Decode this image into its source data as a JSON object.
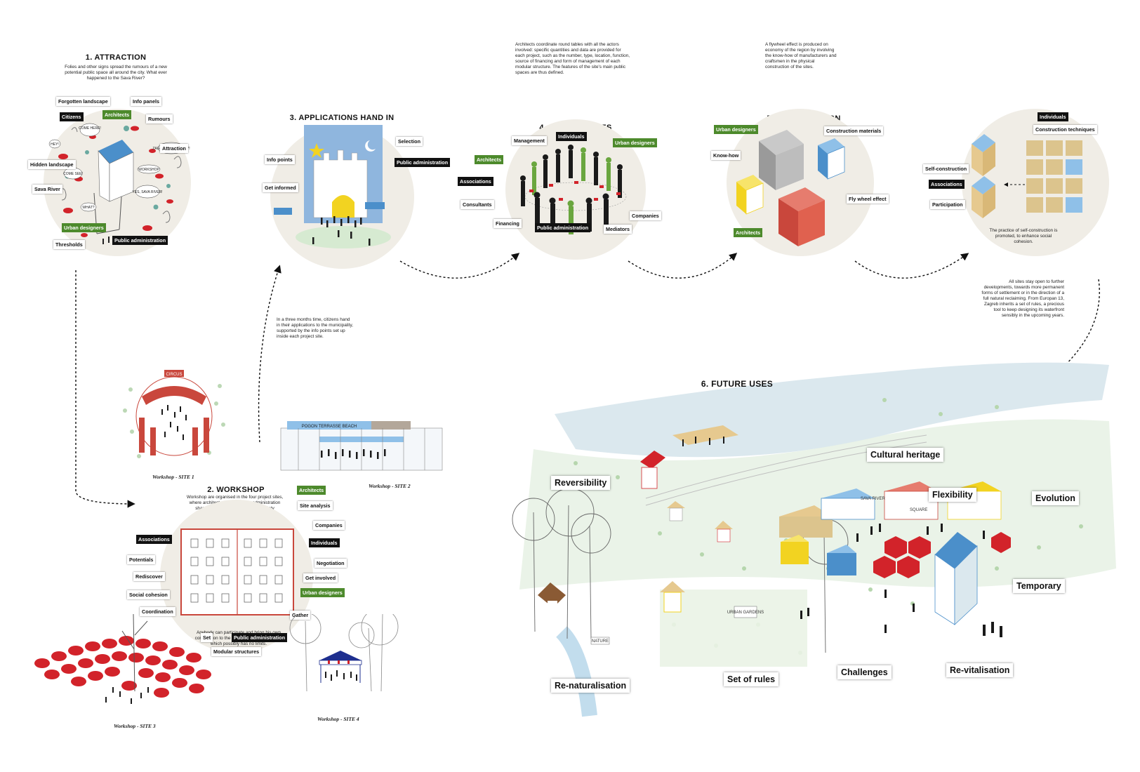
{
  "sections": {
    "attraction": {
      "title": "1. ATTRACTION",
      "text": "Folies and other signs spread the rumours of a new potential public space all around the city. What ever happened to the Sava River?",
      "tags": [
        "Forgotten landscape",
        "Info panels",
        "Citizens",
        "Architects",
        "Rumours",
        "Attraction",
        "Hidden landscape",
        "Sava River",
        "Urban designers",
        "Public administration",
        "Thresholds"
      ],
      "bubbles": [
        "COME HERE!",
        "HEY!",
        "COME SEE!",
        "YES, SAVA RIVER!",
        "ZAGREB IS OUR CITY!",
        "WORKSHOP",
        "WHAT?"
      ]
    },
    "applications": {
      "title": "3. APPLICATIONS HAND IN",
      "text": "In a three months time, citizens hand in their applications to the municipality, supported by the info points set up inside each project site.",
      "tags": [
        "Selection",
        "Public administration",
        "Info points",
        "Get informed"
      ]
    },
    "round_tables": {
      "title": "4. ROUND TABLES",
      "text": "Architects coordinate round tables with all the actors involved: specific quantities and data are provided for each project, such as the number, type, location, function, source of financing and form of management of each modular structure. The features of the site's main public spaces are thus defined.",
      "tags": [
        "Management",
        "Individuals",
        "Urban designers",
        "Architects",
        "Associations",
        "Consultants",
        "Financing",
        "Public administration",
        "Mediators",
        "Companies"
      ]
    },
    "construction": {
      "title": "5. CONSTRUCTION",
      "text": "A flywheel effect is produced on economy of the region by involving the know-how of manufacturers and craftsmen in the physical construction of the sites.",
      "tags": [
        "Urban designers",
        "Construction materials",
        "Know-how",
        "Fly wheel effect",
        "Architects"
      ]
    },
    "self_construction": {
      "tags": [
        "Individuals",
        "Construction techniques",
        "Self-construction",
        "Associations",
        "Participation"
      ],
      "note": "The practice of self-construction is promoted, to enhance social cohesion."
    },
    "future_note": {
      "text": "All sites stay open to further developments, towards more permanent forms of settlement or in the direction of a full natural reclaiming. From Europan 13, Zagreb inherits a set of rules, a precious tool to keep designing its waterfront sensibly in the upcoming years."
    },
    "workshop": {
      "title": "2. WORKSHOP",
      "text": "Workshop are organised in the four project sites, where architects and the public administration share their strategy with the civil society",
      "text2": "Anybody can participate and bring his own contribution to the set of modular structures, which possibly has no limits.",
      "tags": [
        "Architects",
        "Site analysis",
        "Companies",
        "Associations",
        "Individuals",
        "Potentials",
        "Negotiation",
        "Rediscover",
        "Get involved",
        "Social cohesion",
        "Urban designers",
        "Coordination",
        "Gather",
        "Set",
        "Public administration",
        "Modular structures"
      ],
      "captions": [
        "Workshop - SITE 1",
        "Workshop - SITE 2",
        "Workshop - SITE 3",
        "Workshop - SITE 4"
      ],
      "signs": [
        "CIRCUS",
        "POGON TERRASSE BEACH"
      ]
    },
    "future_uses": {
      "title": "6. FUTURE USES",
      "labels": [
        "Cultural heritage",
        "Reversibility",
        "Flexibility",
        "Evolution",
        "Temporary",
        "Re-naturalisation",
        "Set of rules",
        "Challenges",
        "Re-vitalisation"
      ],
      "signs": [
        "SAVA RIVER",
        "SQUARE",
        "URBAN GARDENS",
        "NATURE"
      ]
    }
  },
  "colors": {
    "green": "#4d8a2c",
    "red": "#d2232a",
    "blue": "#4b8fca",
    "yellow": "#f2d321",
    "circle": "#f0ede6",
    "river": "#dbe8ee"
  }
}
